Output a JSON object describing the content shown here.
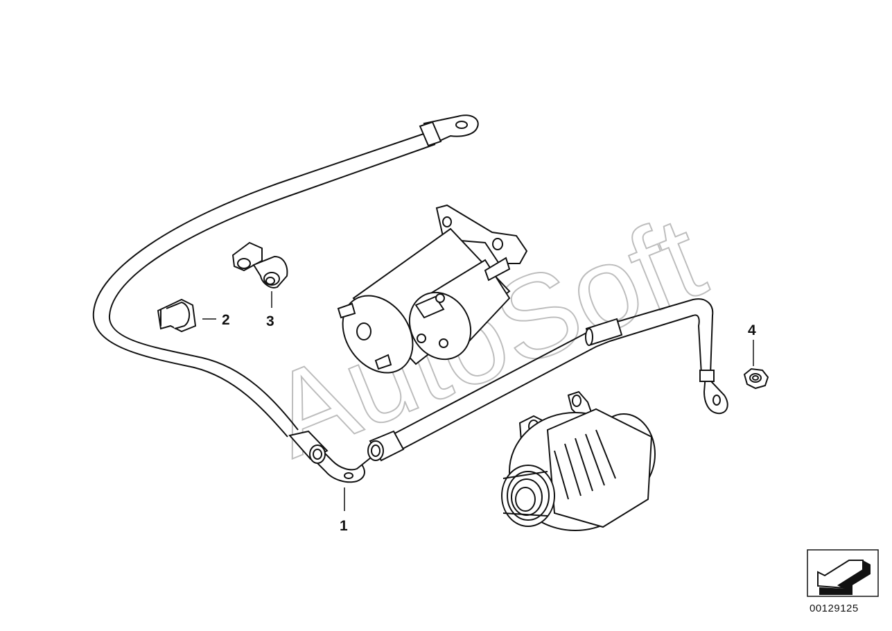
{
  "diagram": {
    "callouts": {
      "c1": "1",
      "c2": "2",
      "c3": "3",
      "c4": "4"
    },
    "watermark_text": "AutoSoft",
    "part_number": "00129125",
    "navigation_icon": "back-arrow-icon"
  },
  "colors": {
    "line": "#111111",
    "watermark": "#bdbdbd",
    "background": "#ffffff"
  }
}
